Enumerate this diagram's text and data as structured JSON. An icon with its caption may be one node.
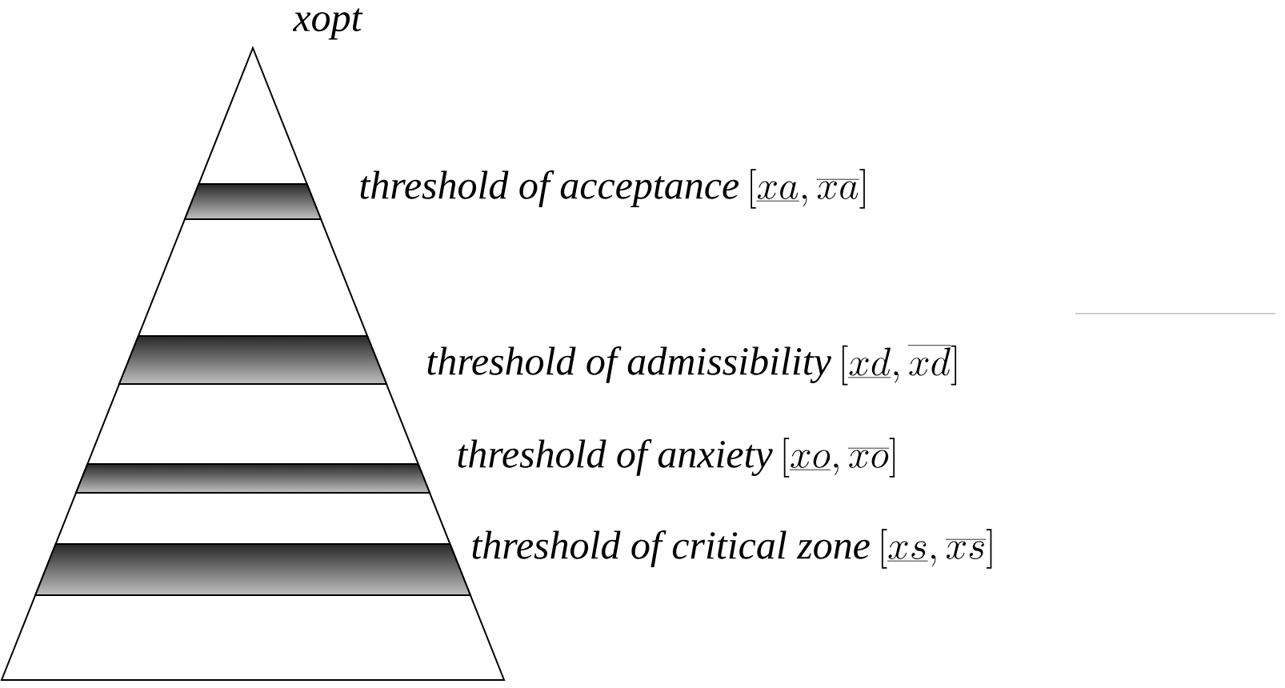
{
  "diagram": {
    "labels": [
      "xopt",
      "threshold of acceptance",
      "[\\underline{xa},\\overline{xa}]",
      "threshold of admissibility",
      "[\\underline{xd},\\overline{xd}]",
      "threshold of anxiety",
      "[\\underline{xo},\\overline{xo}]",
      "threshold of critical zone",
      "[\\underline{xs},\\overline{xs}]"
    ]
  }
}
